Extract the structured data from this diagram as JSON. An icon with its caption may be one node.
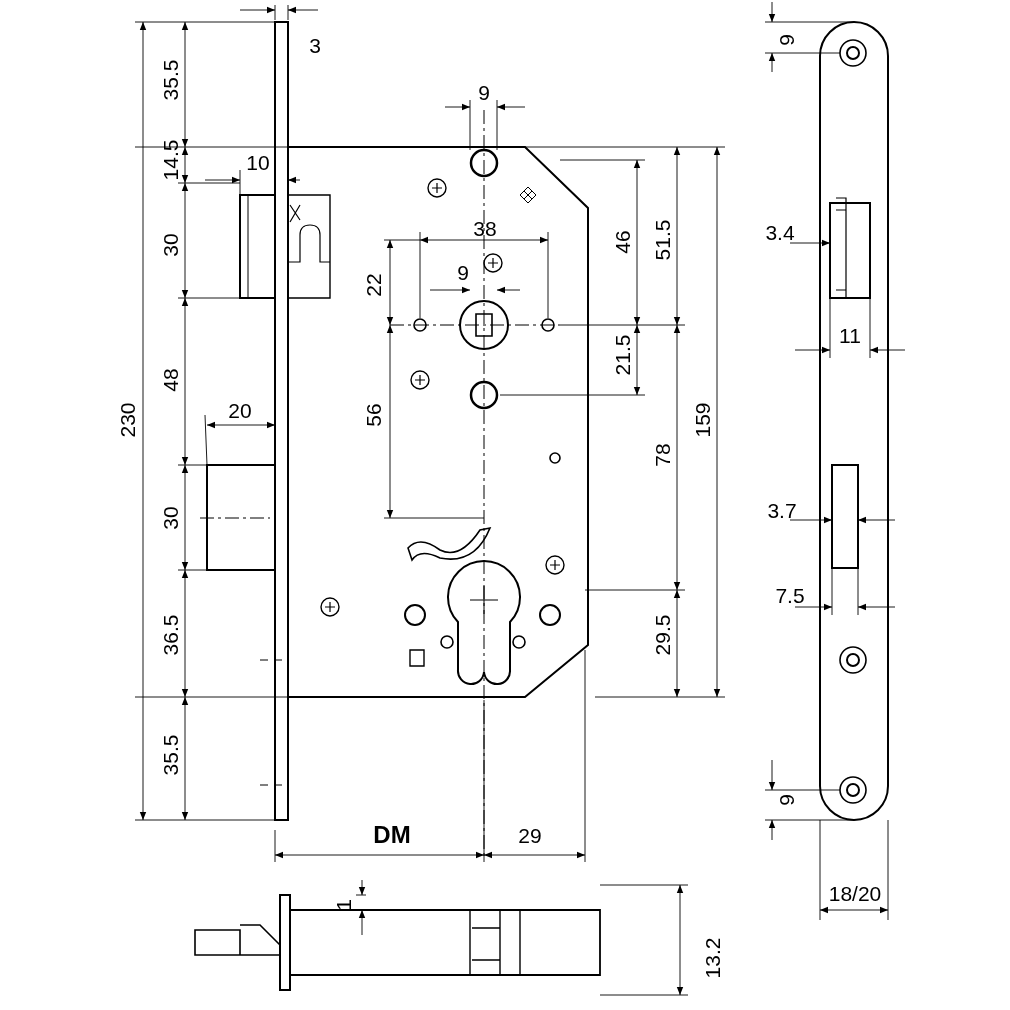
{
  "diagram": {
    "labels": [
      "3",
      "35.5",
      "9",
      "9",
      "14.5",
      "10",
      "30",
      "38",
      "46",
      "51.5",
      "9",
      "3.4",
      "22",
      "21.5",
      "11",
      "48",
      "230",
      "56",
      "159",
      "78",
      "20",
      "30",
      "3.7",
      "36.5",
      "29.5",
      "7.5",
      "35.5",
      "9",
      "DM",
      "29",
      "18/20",
      "1",
      "13.2"
    ]
  }
}
